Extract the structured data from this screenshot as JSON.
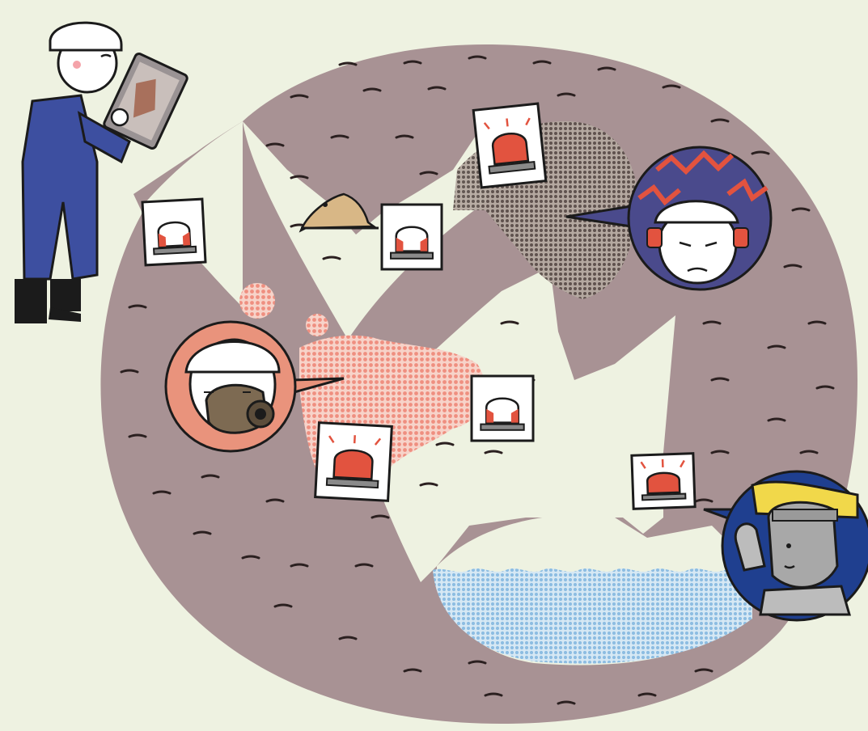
{
  "colors": {
    "background": "#eef2e1",
    "rock": "#a89294",
    "rock_texture": "#2b2020",
    "cavity": "#eef2e1",
    "dust_cloud": "#f2a79a",
    "gas_zone": "#7d6f6a",
    "water": "#aecfe9",
    "alarm_red": "#e2533f",
    "worker_suit": "#3d4fa0",
    "helmet": "#ffffff",
    "hearing_bubble": "#4a4a8c",
    "respirator_bubble": "#e9937c",
    "miner_bubble": "#1f3f8f",
    "headlamp": "#f1d84a",
    "ink": "#1b1b1b"
  },
  "icons": [
    "worker-with-tablet-icon",
    "alarm-beacon-icon",
    "hearing-protection-icon",
    "respirator-mask-icon",
    "headlamp-miner-icon",
    "burrowing-animal-icon",
    "flooded-water-icon",
    "dust-cloud-icon",
    "gas-zone-icon"
  ],
  "alarm_beacons": [
    {
      "state": "active"
    },
    {
      "state": "inactive"
    },
    {
      "state": "inactive"
    },
    {
      "state": "active"
    },
    {
      "state": "inactive"
    },
    {
      "state": "active"
    }
  ]
}
